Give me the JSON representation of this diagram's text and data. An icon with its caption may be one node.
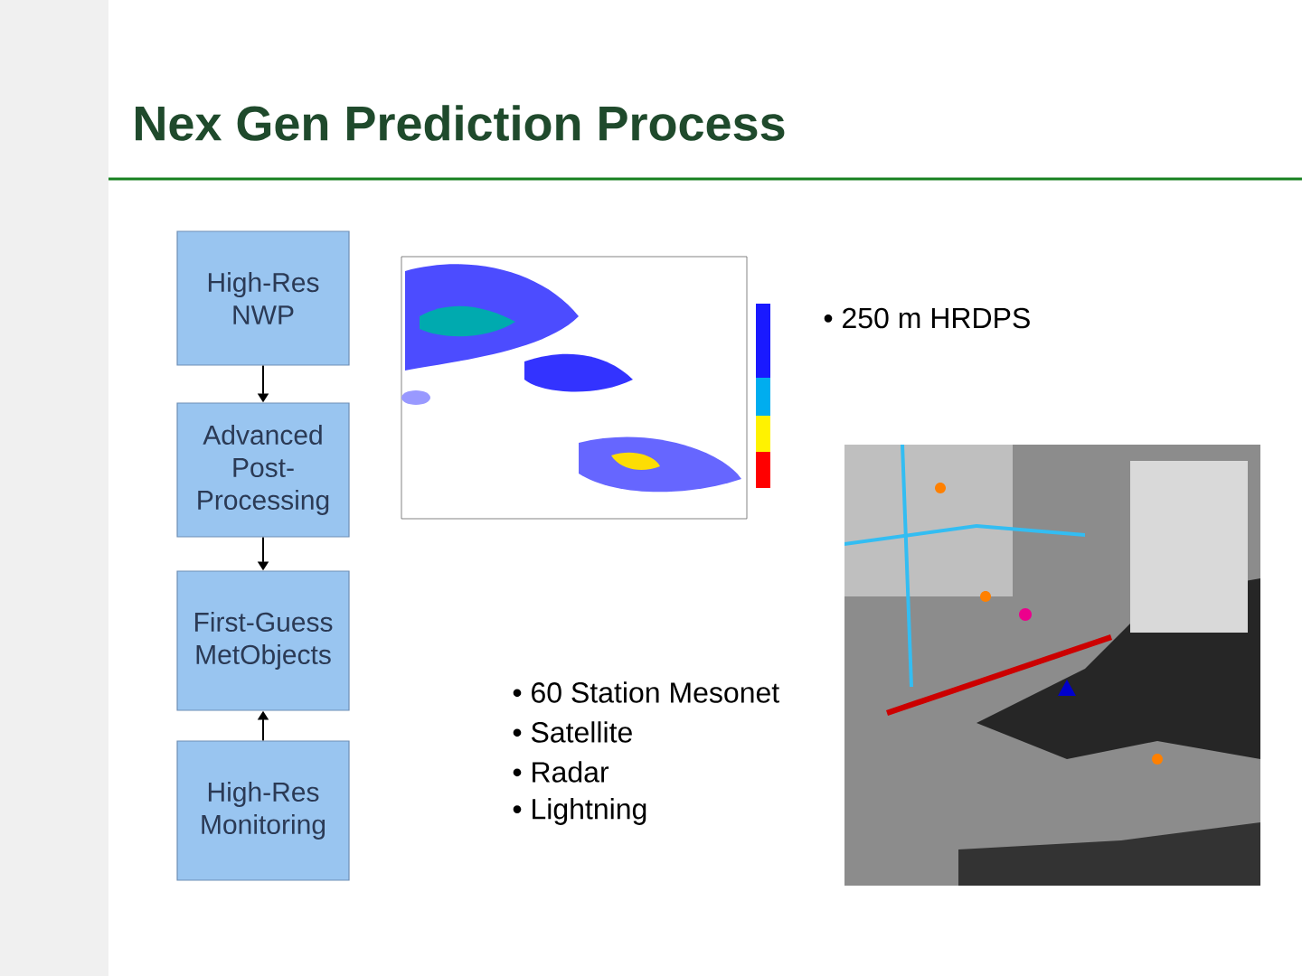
{
  "diagram": {
    "title": "Nex Gen Prediction Process",
    "nodes": [
      {
        "text": [
          "High-Res NWP"
        ]
      },
      {
        "text": [
          "Advanced Post-Processing"
        ]
      },
      {
        "text": [
          "First-Guess MetObjects"
        ]
      },
      {
        "text": [
          "High-Res Monitoring"
        ]
      }
    ],
    "edges": [
      {
        "from": 0,
        "to": 1,
        "arrow": "to"
      },
      {
        "from": 1,
        "to": 2,
        "arrow": "to"
      },
      {
        "from": 3,
        "to": 2,
        "arrow": "to"
      }
    ],
    "labels": [
      "• 250 m HRDPS",
      "• 60 Station Mesonet",
      "• Satellite",
      "• Radar",
      "• Lightning"
    ]
  }
}
